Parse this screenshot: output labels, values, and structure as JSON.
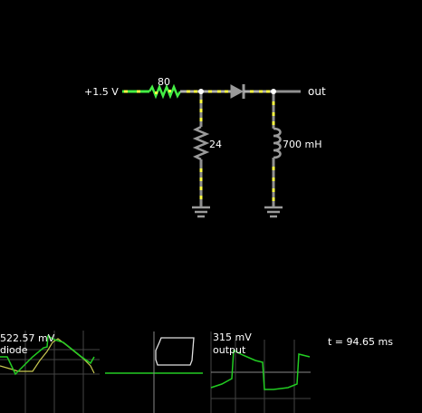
{
  "circuit": {
    "source_label": "+1.5 V",
    "resistor1_label": "80",
    "resistor2_label": "24",
    "inductor_label": "700 mH",
    "output_label": "out"
  },
  "scopes": {
    "diode": {
      "value": "522.57 mV",
      "name": "diode"
    },
    "output": {
      "value": "315 mV",
      "name": "output"
    },
    "time": "t = 94.65 ms"
  },
  "colors": {
    "wire": "#808080",
    "wire_active": "#44ee44",
    "current_dot": "#ffff44",
    "node": "#ffffff",
    "trace": "#22cc22",
    "grid": "#444444"
  }
}
